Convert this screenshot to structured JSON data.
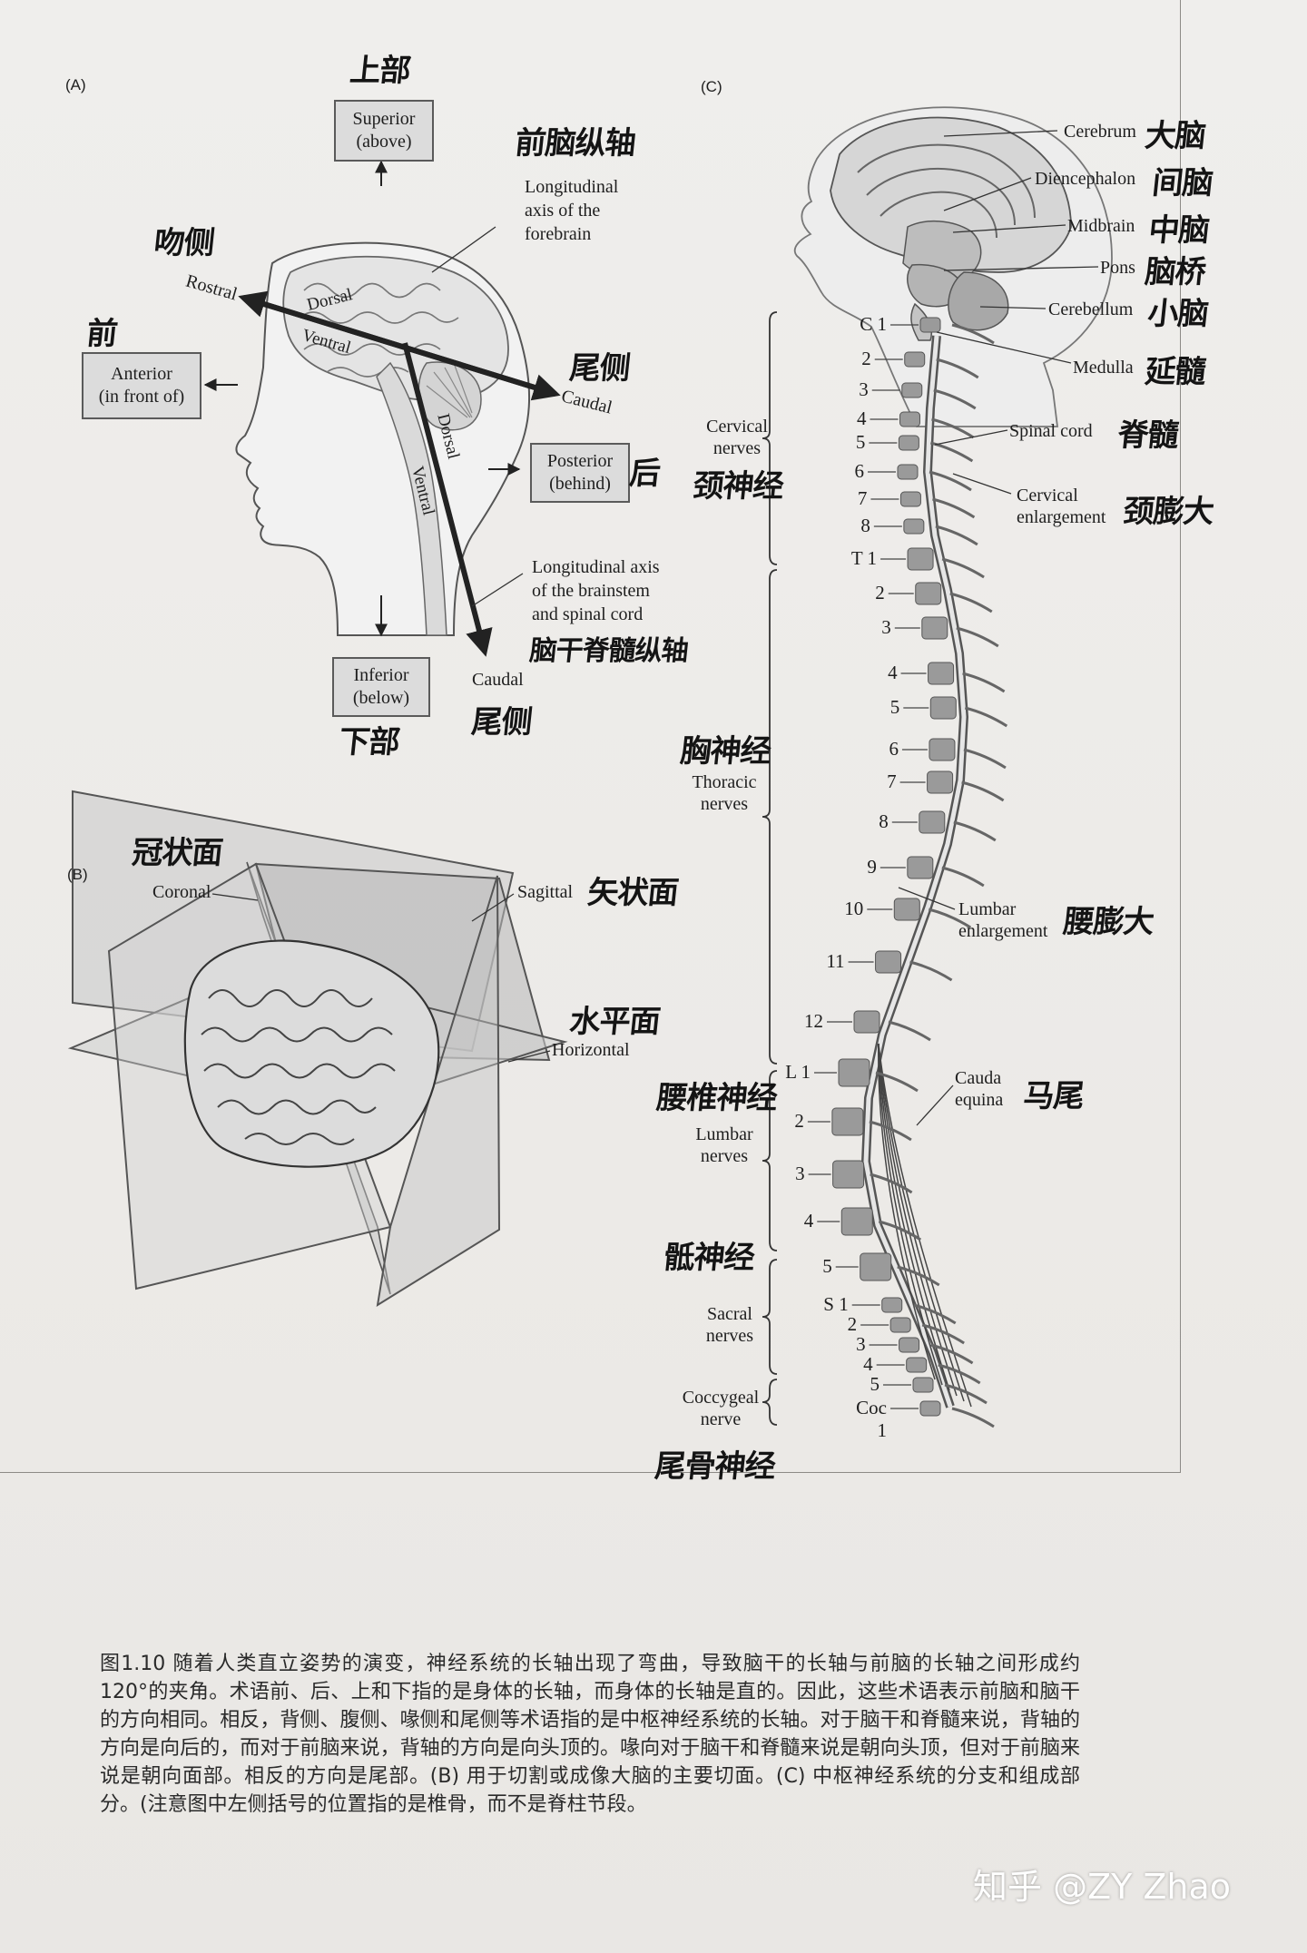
{
  "panels": {
    "a": "(A)",
    "b": "(B)",
    "c": "(C)"
  },
  "panel_a": {
    "superior": {
      "line1": "Superior",
      "line2": "(above)",
      "hand": "上部"
    },
    "inferior": {
      "line1": "Inferior",
      "line2": "(below)",
      "hand": "下部"
    },
    "anterior": {
      "line1": "Anterior",
      "line2": "(in front of)",
      "hand": "前"
    },
    "posterior": {
      "line1": "Posterior",
      "line2": "(behind)",
      "hand": "后"
    },
    "forebrain_axis": {
      "line1": "Longitudinal",
      "line2": "axis of the",
      "line3": "forebrain",
      "hand": "前脑纵轴"
    },
    "brainstem_axis": {
      "line1": "Longitudinal axis",
      "line2": "of the brainstem",
      "line3": "and spinal cord",
      "hand": "脑干脊髓纵轴"
    },
    "rostral": {
      "label": "Rostral",
      "hand": "吻侧"
    },
    "caudal_top": {
      "label": "Caudal",
      "hand": "尾侧"
    },
    "caudal_bottom": {
      "label": "Caudal",
      "hand": "尾侧"
    },
    "dorsal_1": "Dorsal",
    "ventral_1": "Ventral",
    "dorsal_2": "Dorsal",
    "ventral_2": "Ventral"
  },
  "panel_b": {
    "coronal": {
      "label": "Coronal",
      "hand": "冠状面"
    },
    "sagittal": {
      "label": "Sagittal",
      "hand": "矢状面"
    },
    "horizontal": {
      "label": "Horizontal",
      "hand": "水平面"
    }
  },
  "panel_c": {
    "structures": [
      {
        "label": "Cerebrum",
        "hand": "大脑"
      },
      {
        "label": "Diencephalon",
        "hand": "间脑"
      },
      {
        "label": "Midbrain",
        "hand": "中脑"
      },
      {
        "label": "Pons",
        "hand": "脑桥"
      },
      {
        "label": "Cerebellum",
        "hand": "小脑"
      },
      {
        "label": "Medulla",
        "hand": "延髓"
      },
      {
        "label": "Spinal cord",
        "hand": "脊髓"
      }
    ],
    "cervical_enlargement": {
      "line1": "Cervical",
      "line2": "enlargement",
      "hand": "颈膨大"
    },
    "lumbar_enlargement": {
      "line1": "Lumbar",
      "line2": "enlargement",
      "hand": "腰膨大"
    },
    "cauda_equina": {
      "line1": "Cauda",
      "line2": "equina",
      "hand": "马尾"
    },
    "nerve_groups": {
      "cervical": {
        "line1": "Cervical",
        "line2": "nerves",
        "hand": "颈神经"
      },
      "thoracic": {
        "line1": "Thoracic",
        "line2": "nerves",
        "hand": "胸神经"
      },
      "lumbar": {
        "line1": "Lumbar",
        "line2": "nerves",
        "hand": "腰椎神经"
      },
      "sacral": {
        "line1": "Sacral",
        "line2": "nerves",
        "hand": "骶神经"
      },
      "coccygeal": {
        "line1": "Coccygeal",
        "line2": "nerve",
        "hand": "尾骨神经"
      }
    },
    "segments": [
      "C 1",
      "2",
      "3",
      "4",
      "5",
      "6",
      "7",
      "8",
      "T 1",
      "2",
      "3",
      "4",
      "5",
      "6",
      "7",
      "8",
      "9",
      "10",
      "11",
      "12",
      "L 1",
      "2",
      "3",
      "4",
      "5",
      "S 1",
      "2",
      "3",
      "4",
      "5",
      "Coc 1"
    ]
  },
  "caption": "图1.10 随着人类直立姿势的演变，神经系统的长轴出现了弯曲，导致脑干的长轴与前脑的长轴之间形成约 120°的夹角。术语前、后、上和下指的是身体的长轴，而身体的长轴是直的。因此，这些术语表示前脑和脑干的方向相同。相反，背侧、腹侧、喙侧和尾侧等术语指的是中枢神经系统的长轴。对于脑干和脊髓来说，背轴的方向是向后的，而对于前脑来说，背轴的方向是向头顶的。喙向对于脑干和脊髓来说是朝向头顶，但对于前脑来说是朝向面部。相反的方向是尾部。(B) 用于切割或成像大脑的主要切面。(C) 中枢神经系统的分支和组成部分。(注意图中左侧括号的位置指的是椎骨，而不是脊柱节段。",
  "watermark": "知乎 @ZY Zhao",
  "colors": {
    "page": "#ecebe9",
    "ink": "#1e1e1e",
    "box_fill": "#dcdcdc",
    "vertebra": "#9a9a9a",
    "plane": "#c9c9c9"
  }
}
